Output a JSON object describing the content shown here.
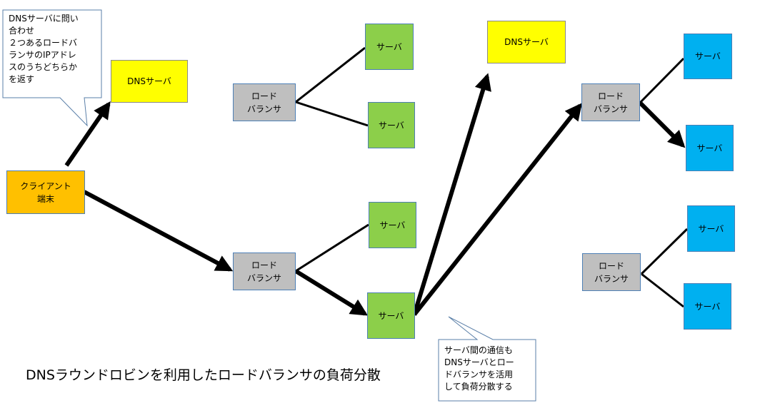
{
  "callouts": {
    "top": "DNSサーバに問い\n合わせ\n２つあるロードバ\nランサのIPアドレ\nスのうちどちらか\nを返す",
    "bottom": "サーバ間の通信も\nDNSサーバとロー\nドバランサを活用\nして負荷分散する"
  },
  "nodes": {
    "client": "クライアント\n端末",
    "dns1": "DNSサーバ",
    "dns2": "DNSサーバ",
    "lb1": "ロード\nバランサ",
    "lb2": "ロード\nバランサ",
    "lb3": "ロード\nバランサ",
    "lb4": "ロード\nバランサ",
    "srv_a": "サーバ",
    "srv_b": "サーバ",
    "srv_c": "サーバ",
    "srv_d": "サーバ",
    "srv_e": "サーバ",
    "srv_f": "サーバ",
    "srv_g": "サーバ",
    "srv_h": "サーバ"
  },
  "caption": "DNSラウンドロビンを利用したロードバランサの負荷分散",
  "colors": {
    "dns": "#ffff00",
    "server_left": "#8ccf4a",
    "server_right": "#00b0f0",
    "load_balancer": "#bfbfbf",
    "client": "#ffc000"
  }
}
